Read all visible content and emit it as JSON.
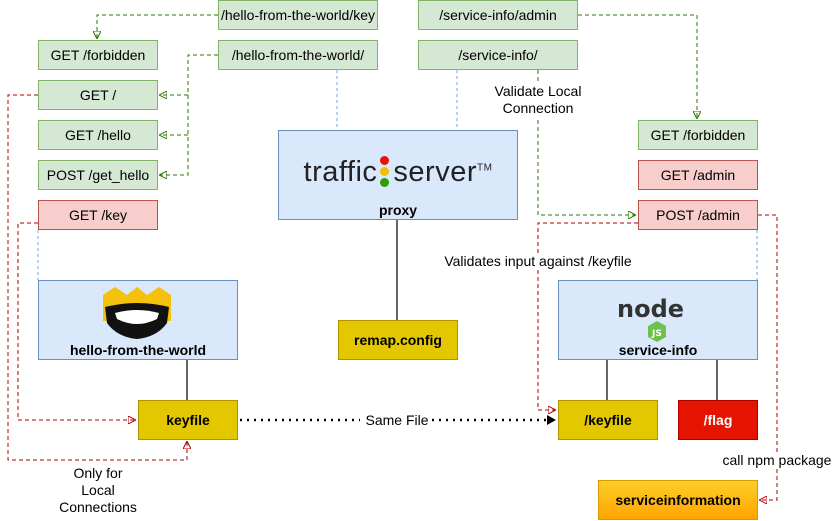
{
  "routes": {
    "hello_key": "/hello-from-the-world/key",
    "hello_root": "/hello-from-the-world/",
    "svc_admin": "/service-info/admin",
    "svc_root": "/service-info/"
  },
  "hello_endpoints": [
    "GET /forbidden",
    "GET /",
    "GET /hello",
    "POST /get_hello",
    "GET /key"
  ],
  "service_endpoints": [
    "GET /forbidden",
    "GET /admin",
    "POST /admin"
  ],
  "components": {
    "proxy_label": "proxy",
    "hello_label": "hello-from-the-world",
    "service_label": "service-info",
    "remap": "remap.config",
    "keyfile_left": "keyfile",
    "keyfile_right": "/keyfile",
    "flag": "/flag",
    "npm_pkg": "serviceinformation"
  },
  "logos": {
    "traffic_server": "trafficserver",
    "node": "node"
  },
  "annotations": {
    "validate_local": [
      "Validate Local",
      "Connection"
    ],
    "validates_input": "Validates input against /keyfile",
    "same_file": "Same File",
    "only_local": [
      "Only for",
      "Local",
      "Connections"
    ],
    "call_npm": "call npm package"
  },
  "colors": {
    "green_fill": "#d5e8d4",
    "green_stroke": "#82b366",
    "red_fill": "#f8cecc",
    "red_stroke": "#b85450",
    "blue_fill": "#dae8fc",
    "blue_stroke": "#6c8ebf",
    "yellow_fill": "#e3c800",
    "flag_fill": "#e51400",
    "orange_fill": "#ffa500"
  }
}
